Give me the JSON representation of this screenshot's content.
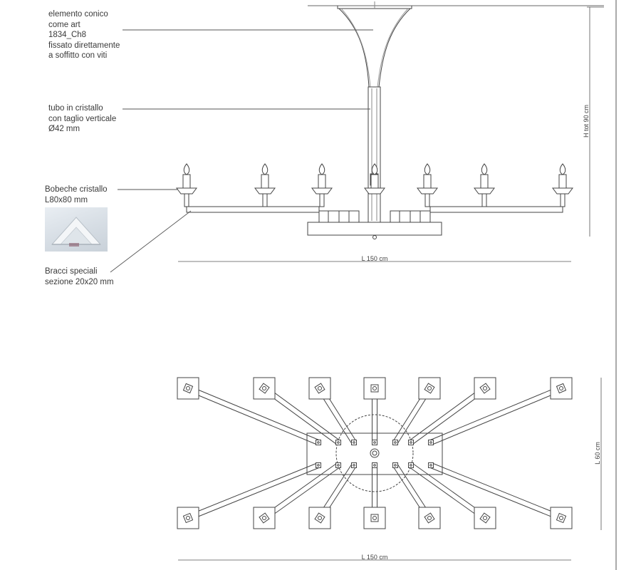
{
  "annotations": {
    "conico": [
      "elemento conico",
      "come  art",
      "1834_Ch8",
      "fissato direttamente",
      "a soffitto con viti"
    ],
    "tubo": [
      "tubo in cristallo",
      "con taglio verticale",
      "Ø42 mm"
    ],
    "bobeche": [
      "Bobeche  cristallo",
      "L80x80 mm"
    ],
    "bracci": [
      "Bracci  speciali",
      "sezione  20x20 mm"
    ]
  },
  "dimensions": {
    "width_front": "L 150 cm",
    "height_total": "H tot 90 cm",
    "width_plan": "L 150 cm",
    "depth_plan": "L 60 cm"
  }
}
